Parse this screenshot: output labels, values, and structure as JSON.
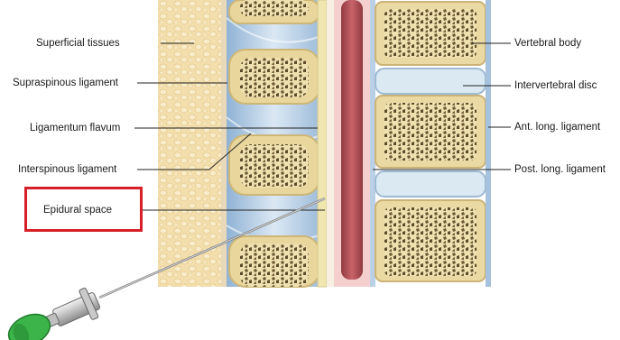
{
  "labels_left": {
    "superficial_tissues": "Superficial tissues",
    "supraspinous_ligament": "Supraspinous ligament",
    "ligamentum_flavum": "Ligamentum flavum",
    "interspinous_ligament": "Interspinous ligament",
    "epidural_space": "Epidural space"
  },
  "labels_right": {
    "vertebral_body": "Vertebral body",
    "intervertebral_disc": "Intervertebral disc",
    "ant_long_ligament": "Ant. long. ligament",
    "post_long_ligament": "Post. long. ligament"
  },
  "colors": {
    "highlight": "#d61f26",
    "fat": "#f2dcaa",
    "bone_shell": "#f0e2b4",
    "bone_marrow": "#6b5a3a",
    "ligament": "#a9c3dc",
    "disc": "#d9e8f2",
    "dura": "#f4c9c7",
    "spinal_cord": "#b8555b",
    "needle_hub": "#3cb44a"
  }
}
